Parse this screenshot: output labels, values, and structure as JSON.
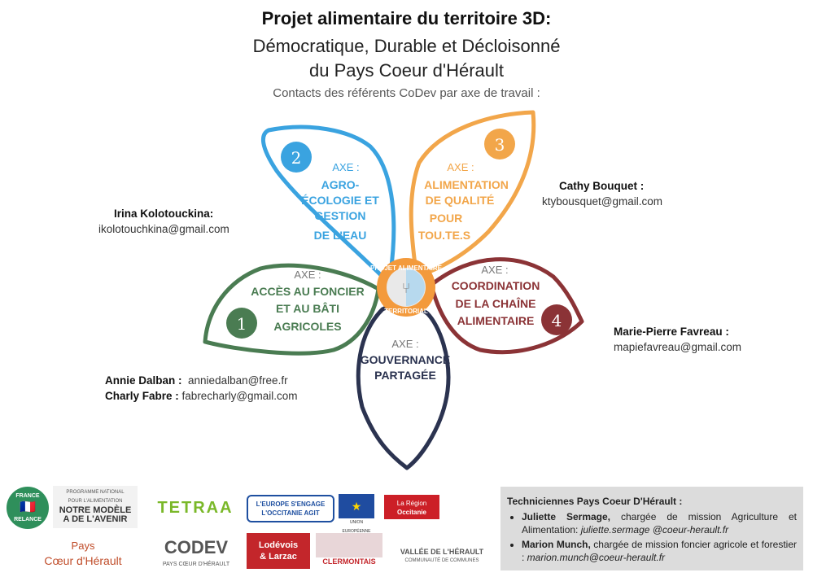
{
  "title": {
    "line1": "Projet alimentaire du territoire 3D:",
    "line2": "Démocratique, Durable et Décloisonné",
    "line3": "du Pays Coeur d'Hérault",
    "subtitle": "Contacts des référents CoDev par axe de travail :"
  },
  "center_badge": {
    "text_top": "PROJET ALIMENTAIRE",
    "text_bottom": "TERRITORIAL"
  },
  "petals": [
    {
      "number": "1",
      "label": "AXE :",
      "lines": [
        "ACCÈS AU FONCIER",
        "ET AU BÂTI",
        "AGRICOLES"
      ],
      "color": "#4a7c52"
    },
    {
      "number": "2",
      "label": "AXE :",
      "lines": [
        "AGRO-",
        "ÉCOLOGIE ET",
        "GESTION",
        "DE L'EAU"
      ],
      "color": "#3aa3e0"
    },
    {
      "number": "3",
      "label": "AXE :",
      "lines": [
        "ALIMENTATION",
        "DE QUALITÉ",
        "POUR",
        "TOU.TE.S"
      ],
      "color": "#f2a64a"
    },
    {
      "number": "4",
      "label": "AXE :",
      "lines": [
        "COORDINATION",
        "DE LA CHAÎNE",
        "ALIMENTAIRE"
      ],
      "color": "#8b3336"
    },
    {
      "number": "",
      "label": "AXE :",
      "lines": [
        "GOUVERNANCE",
        "PARTAGÉE"
      ],
      "color": "#2b3350"
    }
  ],
  "contacts": {
    "irina": {
      "name": "Irina Kolotouckina:",
      "email": "ikolotouchkina@gmail.com"
    },
    "cathy": {
      "name": "Cathy Bouquet :",
      "email": "ktybousquet@gmail.com"
    },
    "marie": {
      "name": "Marie-Pierre Favreau :",
      "email": "mapiefavreau@gmail.com"
    },
    "annie": {
      "name": "Annie Dalban :",
      "email": "anniedalban@free.fr"
    },
    "charly": {
      "name": "Charly Fabre :",
      "email": "fabrecharly@gmail.com"
    }
  },
  "logos": {
    "france_relance_top": "FRANCE",
    "france_relance_bottom": "RELANCE",
    "pna_line1": "PROGRAMME NATIONAL",
    "pna_line2": "POUR L'ALIMENTATION",
    "pna_line3": "NOTRE MODÈLE",
    "pna_line4": "A DE L'AVENIR",
    "tetraa": "TETRAA",
    "europe_line1": "L'EUROPE S'ENGAGE",
    "europe_line2": "L'OCCITANIE AGIT",
    "ue": "UNION EUROPÉENNE",
    "occitanie_line1": "La Région",
    "occitanie_line2": "Occitanie",
    "pays_line1": "Pays",
    "pays_line2": "Cœur d'Hérault",
    "codev": "CODEV",
    "codev_sub": "PAYS CŒUR D'HÉRAULT",
    "lodevois_line1": "Lodévois",
    "lodevois_line2": "& Larzac",
    "clermontais": "CLERMONTAIS",
    "vallee_line1": "VALLÉE DE L'HÉRAULT",
    "vallee_line2": "COMMUNAUTÉ DE COMMUNES"
  },
  "technicians": {
    "title": "Techniciennes Pays Coeur D'Hérault :",
    "items": [
      {
        "name": "Juliette Sermage,",
        "role": " chargée de mission Agriculture et Alimentation: ",
        "email": "juliette.sermage @coeur-herault.fr"
      },
      {
        "name": "Marion Munch,",
        "role": " chargée de mission foncier agricole et forestier : ",
        "email": "marion.munch@coeur-herault.fr"
      }
    ]
  }
}
